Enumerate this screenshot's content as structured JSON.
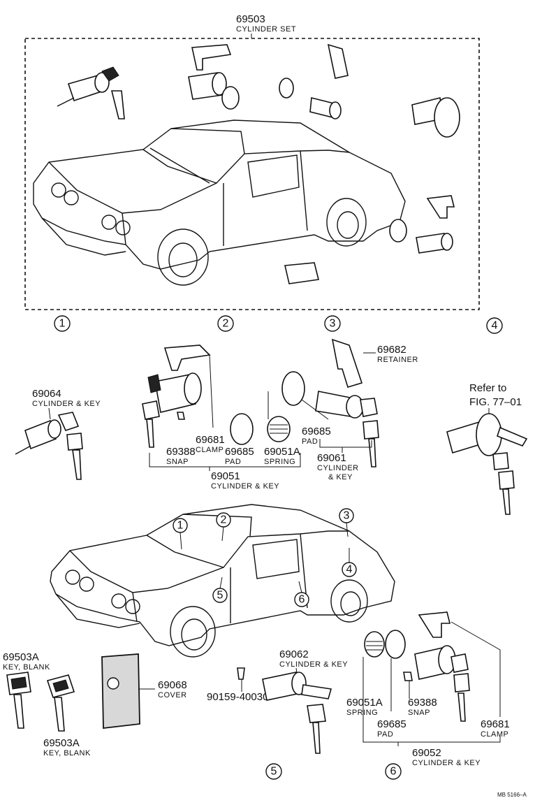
{
  "labels": {
    "set_no": "69503",
    "set_name": "CYLINDER SET",
    "p69064_no": "69064",
    "p69064_name": "CYLINDER & KEY",
    "p69681a_no": "69681",
    "p69681a_name": "CLAMP",
    "p69388a_no": "69388",
    "p69388a_name": "SNAP",
    "p69685a_no": "69685",
    "p69685a_name": "PAD",
    "p69051a_no": "69051A",
    "p69051a_name": "SPRING",
    "p69051_no": "69051",
    "p69051_name": "CYLINDER & KEY",
    "p69682_no": "69682",
    "p69682_name": "RETAINER",
    "p69685b_no": "69685",
    "p69685b_name": "PAD",
    "p69061_no": "69061",
    "p69061_name1": "CYLINDER",
    "p69061_name2": "& KEY",
    "refer1": "Refer to",
    "refer2": "FIG. 77–01",
    "p69503a1_no": "69503A",
    "p69503a1_name": "KEY, BLANK",
    "p69503a2_no": "69503A",
    "p69503a2_name": "KEY, BLANK",
    "p69068_no": "69068",
    "p69068_name": "COVER",
    "p90159_no": "90159-40030",
    "p69062_no": "69062",
    "p69062_name": "CYLINDER & KEY",
    "p69051b_no": "69051A",
    "p69051b_name": "SPRING",
    "p69685c_no": "69685",
    "p69685c_name": "PAD",
    "p69388b_no": "69388",
    "p69388b_name": "SNAP",
    "p69681b_no": "69681",
    "p69681b_name": "CLAMP",
    "p69052_no": "69052",
    "p69052_name": "CYLINDER & KEY",
    "ref_code": "MB 5166–A"
  },
  "callouts": {
    "c1": "1",
    "c2": "2",
    "c3": "3",
    "c4": "4",
    "c5": "5",
    "c6": "6"
  }
}
